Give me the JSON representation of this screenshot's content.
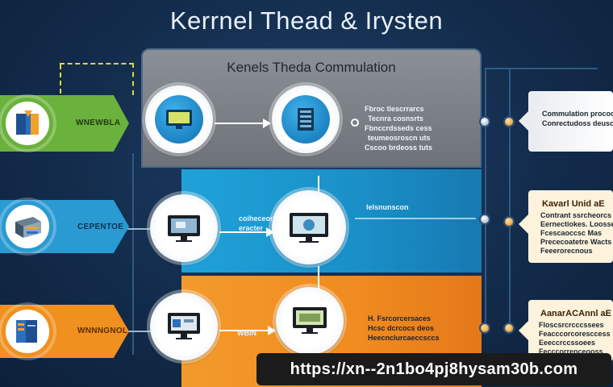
{
  "title": "Kerrnel Thead & Irysten",
  "panel_title": "Kenels Theda Commulation",
  "left_badges": [
    {
      "label": "WNEWBLA",
      "color": "#6ab23b"
    },
    {
      "label": "CEPENTOE",
      "color": "#2a9ad3"
    },
    {
      "label": "WNNNGNOL",
      "color": "#f0901f"
    }
  ],
  "top_text_lines": [
    "Fbroc tiescrrarcs",
    "Tecnra cosnsrts",
    "Fbnccrdsseds cess",
    "teumeosroscn uts",
    "Cscoo brdeoss tuts"
  ],
  "mid_left_text": [
    "coiheceor",
    "eracter"
  ],
  "mid_right_text": "lelsnunscon",
  "bot_left_text": "WBIN",
  "bot_right_text": [
    "H. Fsrcorcersaces",
    "Hcsc dcrcocs deos",
    "Heecnclurcaeccsccs"
  ],
  "right_cards": [
    {
      "lines": [
        "Commulation prococo",
        "Conrectudoss deuscs"
      ]
    },
    {
      "lines": [
        "Kavarl Unid aE",
        "Contrant ssrcheorcs",
        "Eernectiokes. Loosses",
        "Fcescaoccsc Mas",
        "Prececoatetre Wacts",
        "Feeerorecnous"
      ]
    },
    {
      "lines": [
        "AanarACAnnl aE",
        "Floscsrcrcccssees",
        "Feacccorcoresccess",
        "Eeeccrccssoees",
        "Fecccorrenceooss"
      ]
    }
  ],
  "watermark": "https://xn--2n1bo4pj8hysam30b.com",
  "colors": {
    "green": "#6ab23b",
    "blue": "#2a9ad3",
    "orange": "#f0901f",
    "background": "#132c4c",
    "gray_panel": "#7d8289"
  },
  "icons": [
    "book-icon",
    "server-icon",
    "monitor-icon",
    "computer-icon",
    "gear-icon"
  ]
}
